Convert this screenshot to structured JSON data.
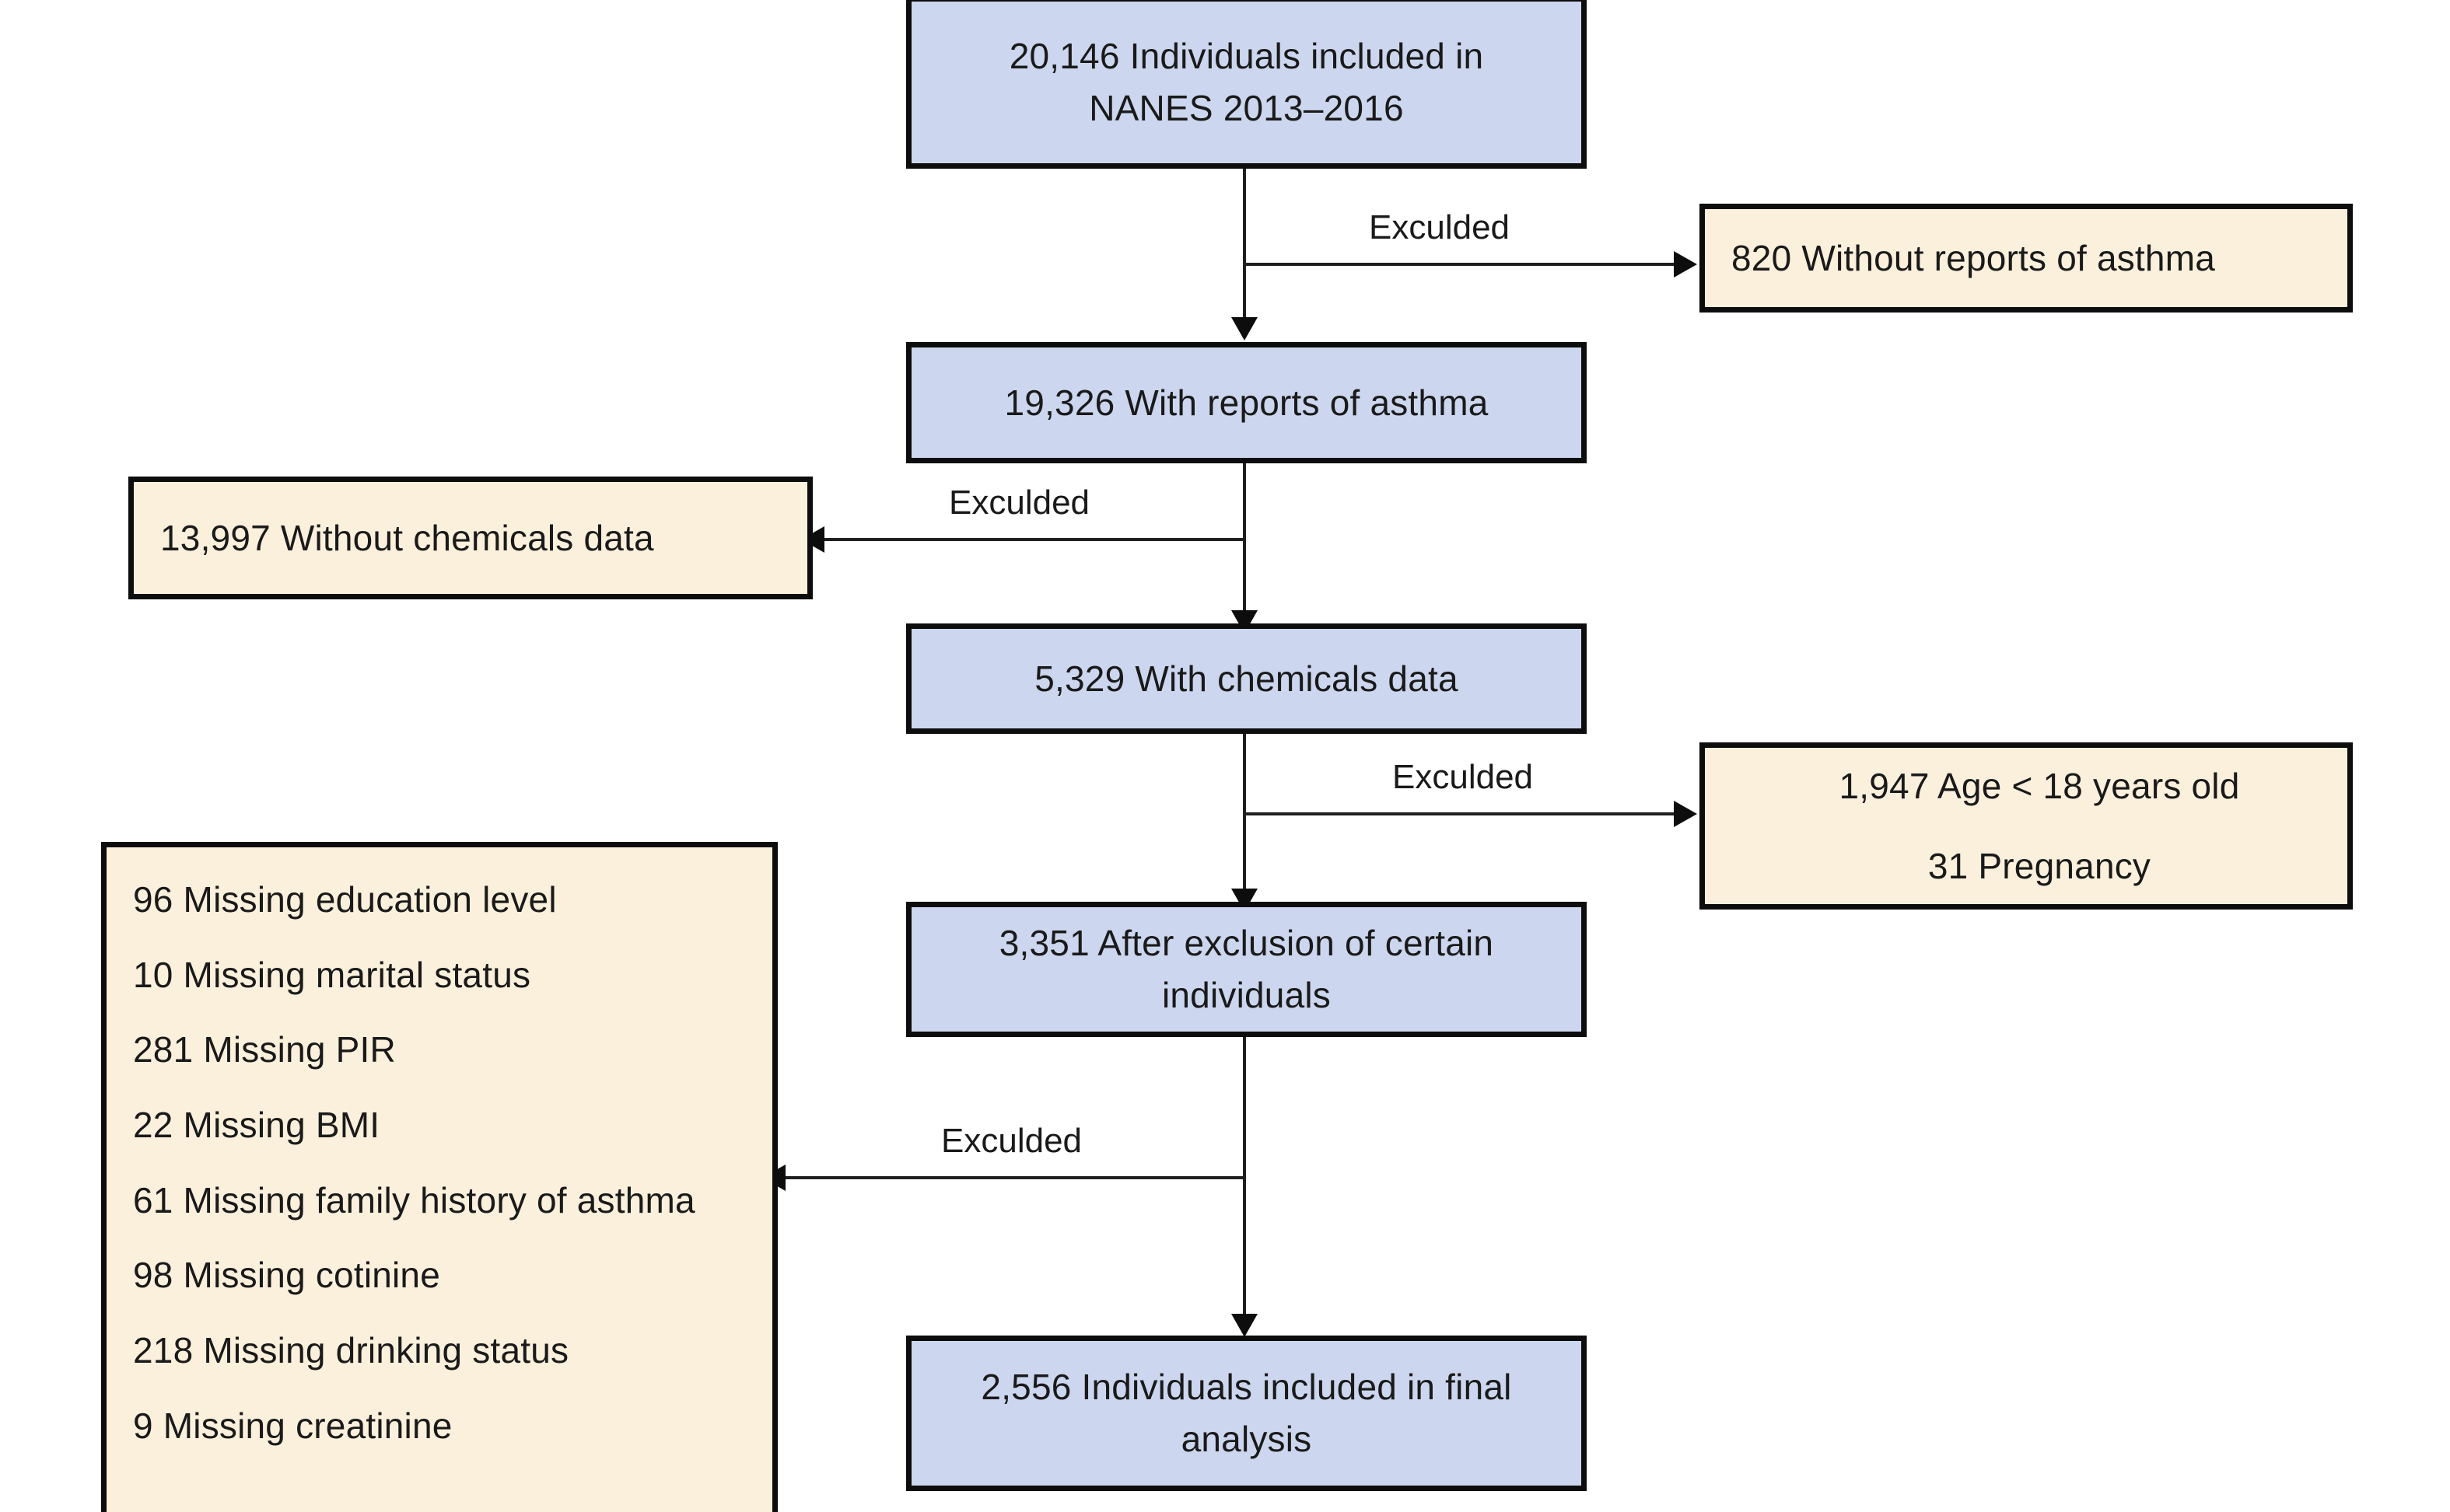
{
  "diagram": {
    "title": "Study participant selection flowchart",
    "colors": {
      "included_fill": "#ccd6ee",
      "excluded_fill": "#fbf0dc",
      "border": "#0d0d0d",
      "connector": "#1f1f1f",
      "text": "#1a1a1a"
    },
    "nodes": {
      "source_population": {
        "line1": "20,146 Individuals included in",
        "line2": "NANES 2013–2016"
      },
      "with_asthma_reports": {
        "line1": "19,326 With reports of asthma"
      },
      "with_chemicals": {
        "line1": "5,329 With chemicals data"
      },
      "after_exclusion": {
        "line1": "3,351 After exclusion of certain",
        "line2": "individuals"
      },
      "final_analysis": {
        "line1": "2,556 Individuals included in final",
        "line2": "analysis"
      },
      "without_asthma_reports": {
        "line1": "820 Without reports of asthma"
      },
      "without_chemicals": {
        "line1": "13,997 Without chemicals data"
      },
      "age_pregnancy": {
        "line1": "1,947 Age < 18 years old",
        "line2": "31 Pregnancy"
      },
      "missing_covariates": {
        "items": [
          "96 Missing education level",
          "10 Missing marital status",
          "281 Missing PIR",
          "22 Missing BMI",
          "61 Missing family history of asthma",
          "98 Missing cotinine",
          "218 Missing drinking status",
          "9 Missing creatinine"
        ]
      }
    },
    "edge_labels": {
      "excluded_1": "Exculded",
      "excluded_2": "Exculded",
      "excluded_3": "Exculded",
      "excluded_4": "Exculded"
    }
  },
  "chart_data": {
    "type": "diagram",
    "title": "Participant flow diagram (NHANES 2013–2016 asthma study)",
    "flow": [
      {
        "step": 1,
        "label": "20,146 Individuals included in NANES 2013–2016",
        "n": 20146,
        "kind": "included"
      },
      {
        "step": 2,
        "label": "19,326 With reports of asthma",
        "n": 19326,
        "kind": "included"
      },
      {
        "step": 3,
        "label": "5,329 With chemicals data",
        "n": 5329,
        "kind": "included"
      },
      {
        "step": 4,
        "label": "3,351 After exclusion of certain individuals",
        "n": 3351,
        "kind": "included"
      },
      {
        "step": 5,
        "label": "2,556 Individuals included in final analysis",
        "n": 2556,
        "kind": "included"
      }
    ],
    "exclusions": [
      {
        "after_step": 1,
        "side": "right",
        "label": "820 Without reports of asthma",
        "n": 820
      },
      {
        "after_step": 2,
        "side": "left",
        "label": "13,997 Without chemicals data",
        "n": 13997
      },
      {
        "after_step": 3,
        "side": "right",
        "label": "1,947 Age < 18 years old",
        "n": 1947
      },
      {
        "after_step": 3,
        "side": "right",
        "label": "31 Pregnancy",
        "n": 31
      },
      {
        "after_step": 4,
        "side": "left",
        "label": "96 Missing education level",
        "n": 96
      },
      {
        "after_step": 4,
        "side": "left",
        "label": "10 Missing marital status",
        "n": 10
      },
      {
        "after_step": 4,
        "side": "left",
        "label": "281 Missing PIR",
        "n": 281
      },
      {
        "after_step": 4,
        "side": "left",
        "label": "22 Missing BMI",
        "n": 22
      },
      {
        "after_step": 4,
        "side": "left",
        "label": "61 Missing family history of asthma",
        "n": 61
      },
      {
        "after_step": 4,
        "side": "left",
        "label": "98 Missing cotinine",
        "n": 98
      },
      {
        "after_step": 4,
        "side": "left",
        "label": "218 Missing drinking status",
        "n": 218
      },
      {
        "after_step": 4,
        "side": "left",
        "label": "9 Missing creatinine",
        "n": 9
      }
    ],
    "edge_label_text": "Exculded"
  }
}
